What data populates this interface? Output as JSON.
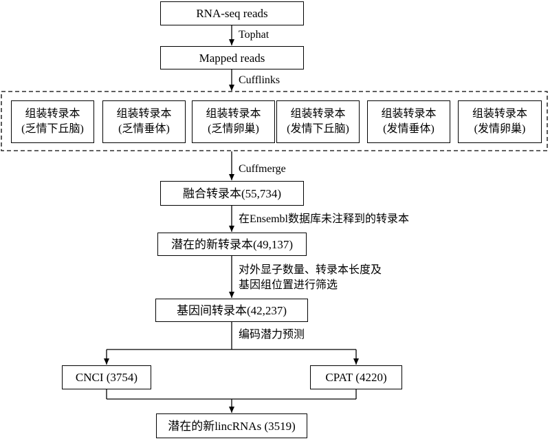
{
  "flow": {
    "input": "RNA-seq reads",
    "step1_tool": "Tophat",
    "mapped": "Mapped reads",
    "step2_tool": "Cufflinks",
    "assemblies": [
      {
        "title": "组装转录本",
        "sample": "(乏情下丘脑)"
      },
      {
        "title": "组装转录本",
        "sample": "(乏情垂体)"
      },
      {
        "title": "组装转录本",
        "sample": "(乏情卵巢)"
      },
      {
        "title": "组装转录本",
        "sample": "(发情下丘脑)"
      },
      {
        "title": "组装转录本",
        "sample": "(发情垂体)"
      },
      {
        "title": "组装转录本",
        "sample": "(发情卵巢)"
      }
    ],
    "step3_tool": "Cuffmerge",
    "merged": "融合转录本(55,734)",
    "filter1": "在Ensembl数据库未注释到的转录本",
    "novel": "潜在的新转录本(49,137)",
    "filter2_line1": "对外显子数量、转录本长度及",
    "filter2_line2": "基因组位置进行筛选",
    "intergenic": "基因间转录本(42,237)",
    "filter3": "编码潜力预测",
    "cnci": "CNCI (3754)",
    "cpat": "CPAT (4220)",
    "result": "潜在的新lincRNAs (3519)"
  }
}
